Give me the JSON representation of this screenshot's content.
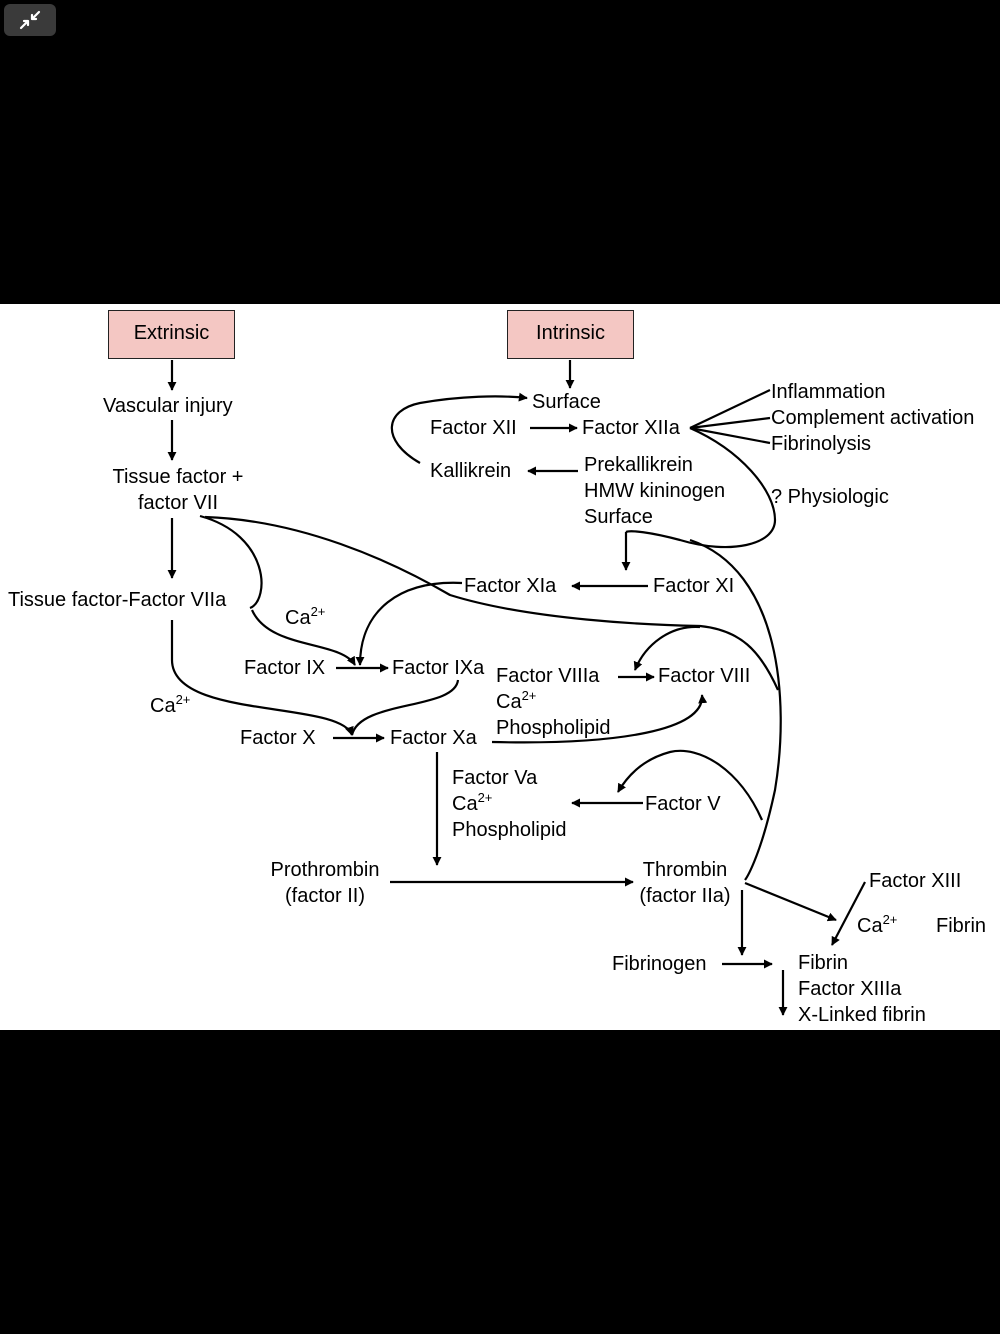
{
  "toolbar": {
    "exit_fullscreen_icon": "shrink-arrows-icon"
  },
  "diagram": {
    "extrinsic": "Extrinsic",
    "intrinsic": "Intrinsic",
    "vascular_injury": "Vascular injury",
    "tissue_factor_1": "Tissue factor +",
    "tissue_factor_2": "factor VII",
    "tf_viia": "Tissue factor-Factor VIIa",
    "surface": "Surface",
    "factor_xii": "Factor XII",
    "factor_xiia": "Factor XIIa",
    "inflammation": "Inflammation",
    "complement": "Complement activation",
    "fibrinolysis": "Fibrinolysis",
    "physiologic": "? Physiologic",
    "kallikrein": "Kallikrein",
    "prekallikrein": "Prekallikrein",
    "hmw": "HMW kininogen",
    "surface2": "Surface",
    "factor_xia": "Factor XIa",
    "factor_xi": "Factor XI",
    "ca": "Ca",
    "ca_sup": "2+",
    "factor_ix": "Factor IX",
    "factor_ixa": "Factor IXa",
    "factor_viiia": "Factor VIIIa",
    "factor_viii": "Factor VIII",
    "phospholipid": "Phospholipid",
    "factor_x": "Factor X",
    "factor_xa": "Factor Xa",
    "factor_va": "Factor Va",
    "factor_v": "Factor V",
    "prothrombin_1": "Prothrombin",
    "prothrombin_2": "(factor II)",
    "thrombin_1": "Thrombin",
    "thrombin_2": "(factor IIa)",
    "factor_xiii": "Factor XIII",
    "fibrin_right": "Fibrin",
    "fibrinogen": "Fibrinogen",
    "fibrin": "Fibrin",
    "factor_xiiia": "Factor XIIIa",
    "xlinked_fibrin": "X-Linked fibrin"
  }
}
